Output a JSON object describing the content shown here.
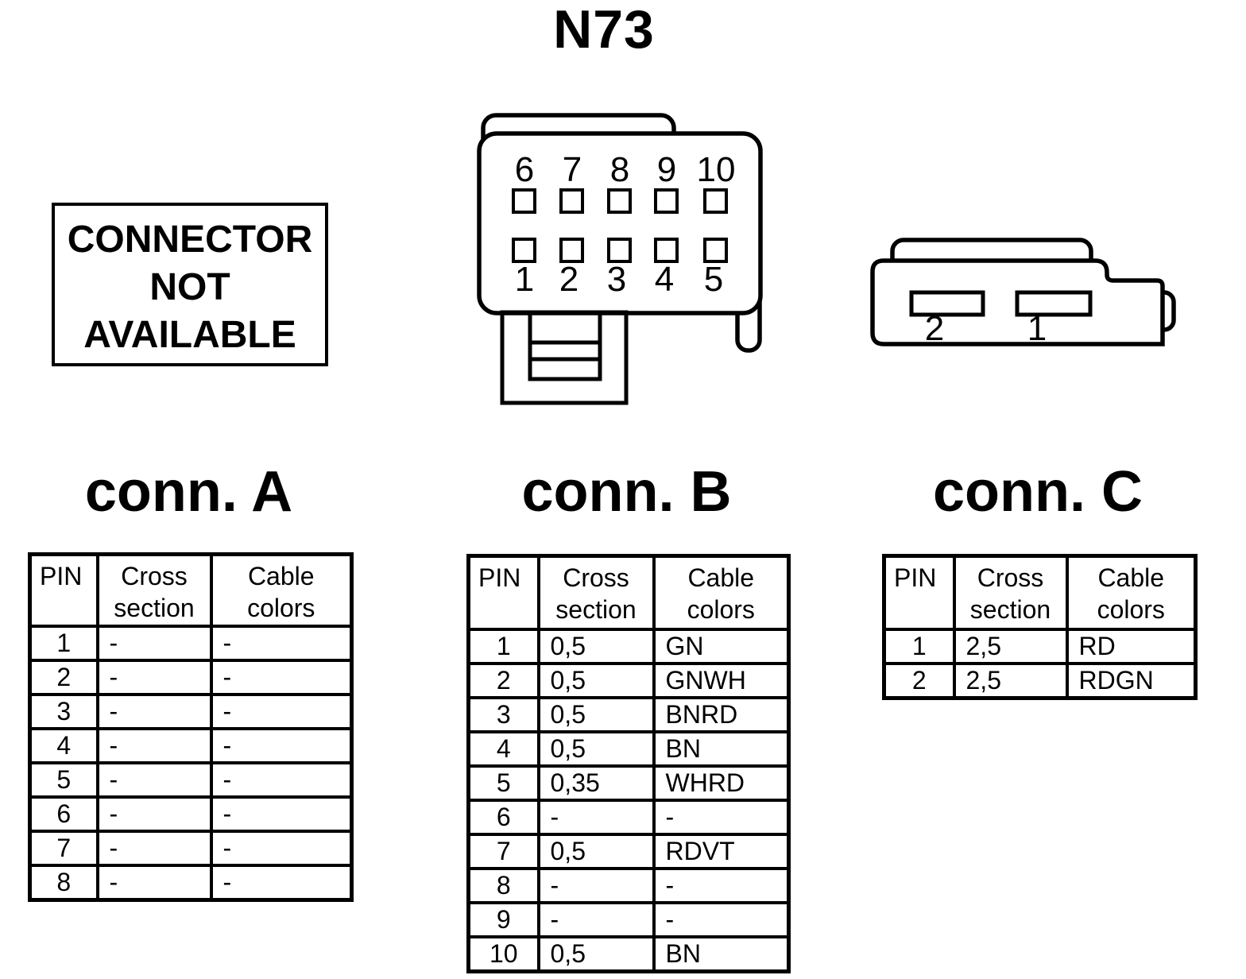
{
  "device_label": "N73",
  "note_box": {
    "text": "CONNECTOR\nNOT\nAVAILABLE"
  },
  "center_connector": {
    "pins_top": [
      "6",
      "7",
      "8",
      "9",
      "10"
    ],
    "pins_bottom": [
      "1",
      "2",
      "3",
      "4",
      "5"
    ]
  },
  "side_connector": {
    "pins": [
      "2",
      "1"
    ]
  },
  "tables": {
    "a": {
      "title": "conn. A",
      "headers": [
        "PIN",
        "Cross\nsection",
        "Cable\ncolors"
      ],
      "rows": [
        [
          "1",
          "-",
          "-"
        ],
        [
          "2",
          "-",
          "-"
        ],
        [
          "3",
          "-",
          "-"
        ],
        [
          "4",
          "-",
          "-"
        ],
        [
          "5",
          "-",
          "-"
        ],
        [
          "6",
          "-",
          "-"
        ],
        [
          "7",
          "-",
          "-"
        ],
        [
          "8",
          "-",
          "-"
        ]
      ]
    },
    "b": {
      "title": "conn. B",
      "headers": [
        "PIN",
        "Cross\nsection",
        "Cable\ncolors"
      ],
      "rows": [
        [
          "1",
          "0,5",
          "GN"
        ],
        [
          "2",
          "0,5",
          "GNWH"
        ],
        [
          "3",
          "0,5",
          "BNRD"
        ],
        [
          "4",
          "0,5",
          "BN"
        ],
        [
          "5",
          "0,35",
          "WHRD"
        ],
        [
          "6",
          "-",
          "-"
        ],
        [
          "7",
          "0,5",
          "RDVT"
        ],
        [
          "8",
          "-",
          "-"
        ],
        [
          "9",
          "-",
          "-"
        ],
        [
          "10",
          "0,5",
          "BN"
        ]
      ]
    },
    "c": {
      "title": "conn. C",
      "headers": [
        "PIN",
        "Cross\nsection",
        "Cable\ncolors"
      ],
      "rows": [
        [
          "1",
          "2,5",
          "RD"
        ],
        [
          "2",
          "2,5",
          "RDGN"
        ]
      ]
    }
  },
  "colors": {
    "ink": "#000000",
    "background": "#ffffff"
  }
}
